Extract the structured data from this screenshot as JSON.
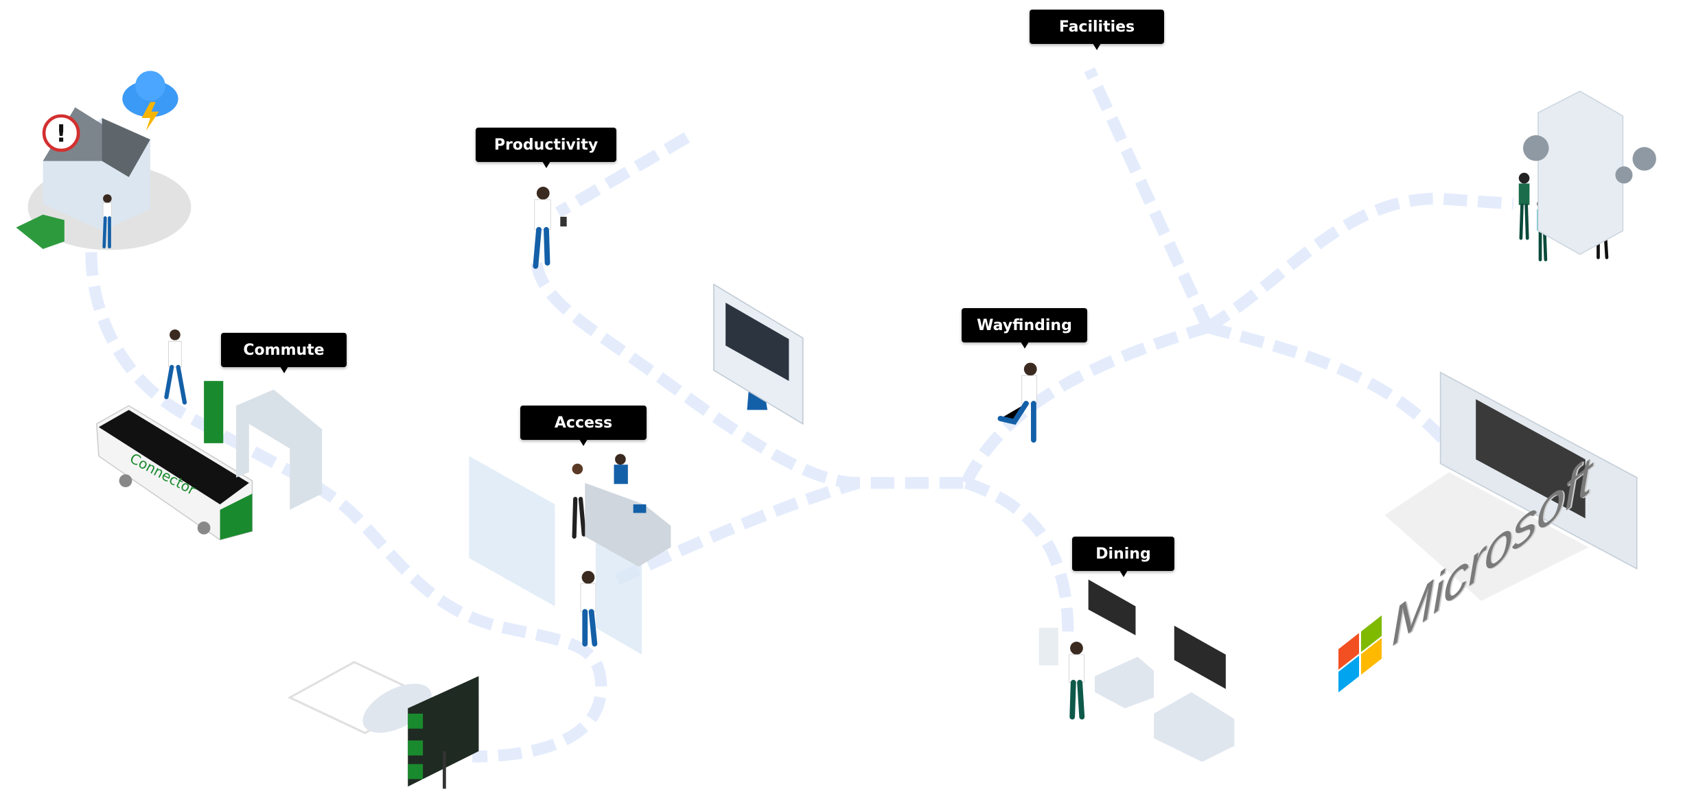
{
  "labels": {
    "facilities": "Facilities",
    "productivity": "Productivity",
    "commute": "Commute",
    "access": "Access",
    "wayfinding": "Wayfinding",
    "dining": "Dining"
  },
  "bus_text": "Connector",
  "brand": {
    "name": "Microsoft",
    "colors": {
      "red": "#f25022",
      "green": "#7fba00",
      "blue": "#00a4ef",
      "yellow": "#ffb900"
    }
  },
  "colors": {
    "path": "#e4ecfc",
    "label_bg": "#000000",
    "accent_green": "#1a8a2e",
    "person_blue": "#1460a8"
  }
}
